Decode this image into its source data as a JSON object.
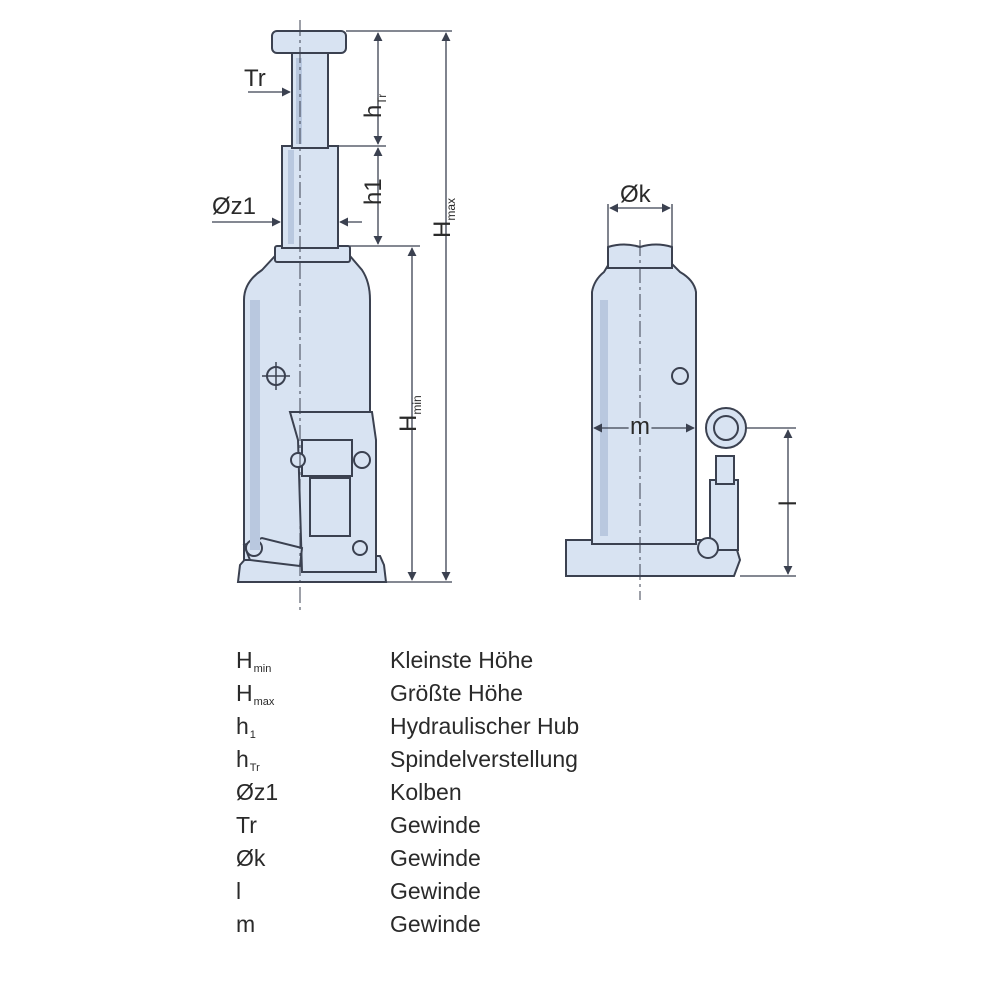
{
  "colors": {
    "body_fill": "#d8e3f2",
    "line": "#3b4150",
    "shade": "#b9c8df"
  },
  "diagram": {
    "labels": {
      "tr": "Tr",
      "h_tr_main": "h",
      "h_tr_sub": "Tr",
      "oz1": "Øz1",
      "h1": "h1",
      "h_max_main": "H",
      "h_max_sub": "max",
      "h_min_main": "H",
      "h_min_sub": "min",
      "ok": "Øk",
      "m": "m",
      "l": "l"
    }
  },
  "legend": [
    {
      "symbol": "H",
      "sub": "min",
      "description": "Kleinste Höhe"
    },
    {
      "symbol": "H",
      "sub": "max",
      "description": "Größte Höhe"
    },
    {
      "symbol": "h",
      "sub": "1",
      "description": "Hydraulischer Hub"
    },
    {
      "symbol": "h",
      "sub": "Tr",
      "description": "Spindelverstellung"
    },
    {
      "symbol": "Øz1",
      "sub": "",
      "description": "Kolben"
    },
    {
      "symbol": "Tr",
      "sub": "",
      "description": "Gewinde"
    },
    {
      "symbol": "Øk",
      "sub": "",
      "description": "Gewinde"
    },
    {
      "symbol": "l",
      "sub": "",
      "description": "Gewinde"
    },
    {
      "symbol": "m",
      "sub": "",
      "description": "Gewinde"
    }
  ]
}
